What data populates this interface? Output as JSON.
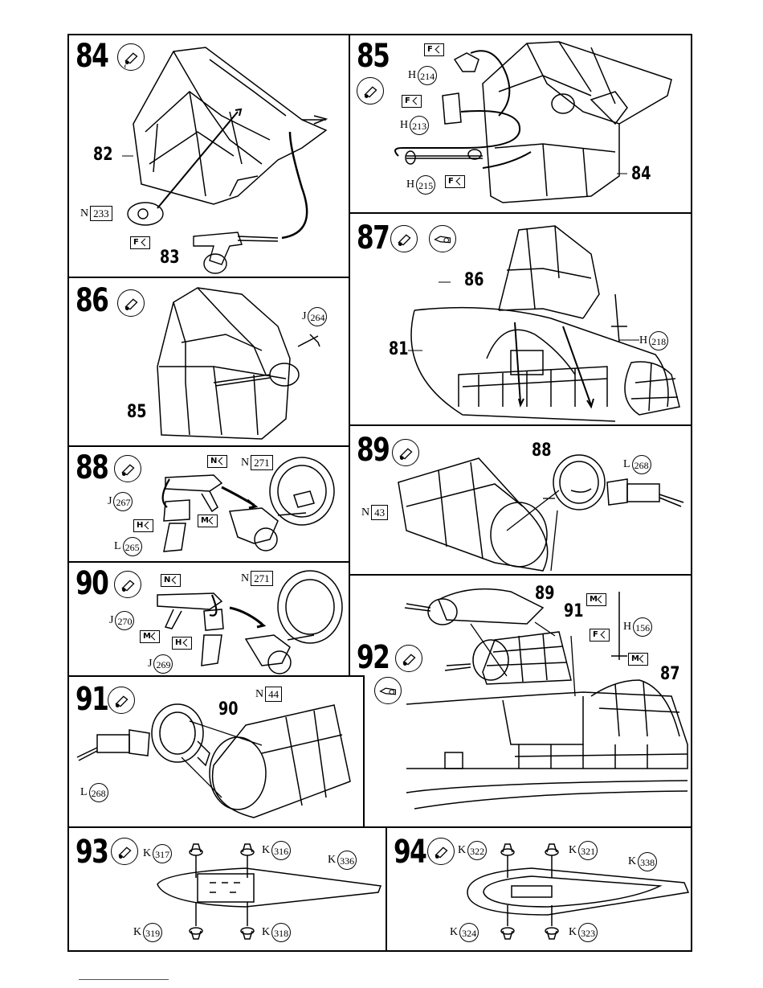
{
  "steps": {
    "s84": {
      "number": "84",
      "labels": {
        "a": "82",
        "b": "83"
      },
      "refs": {
        "part": "N",
        "part_num": "233",
        "flag": "F"
      }
    },
    "s85": {
      "number": "85",
      "labels": {
        "a": "84"
      },
      "refs": [
        {
          "letter": "H",
          "num": "214"
        },
        {
          "letter": "H",
          "num": "213"
        },
        {
          "letter": "H",
          "num": "215"
        }
      ],
      "flag": "F"
    },
    "s86": {
      "number": "86",
      "labels": {
        "a": "85"
      },
      "refs": {
        "letter": "J",
        "num": "264"
      }
    },
    "s87": {
      "number": "87",
      "labels": {
        "a": "86",
        "b": "81"
      },
      "refs": {
        "letter": "H",
        "num": "218"
      }
    },
    "s88": {
      "number": "88",
      "refs": [
        {
          "letter": "J",
          "num": "267"
        },
        {
          "letter": "L",
          "num": "265"
        },
        {
          "letter": "N",
          "num": "271"
        }
      ],
      "flags": [
        "N",
        "M",
        "H"
      ]
    },
    "s89": {
      "number": "89",
      "labels": {
        "a": "88"
      },
      "refs": [
        {
          "letter": "N",
          "num": "43"
        },
        {
          "letter": "L",
          "num": "268"
        }
      ]
    },
    "s90": {
      "number": "90",
      "refs": [
        {
          "letter": "J",
          "num": "270"
        },
        {
          "letter": "J",
          "num": "269"
        },
        {
          "letter": "N",
          "num": "271"
        }
      ],
      "flags": [
        "N",
        "M",
        "H"
      ]
    },
    "s91": {
      "number": "91",
      "labels": {
        "a": "90"
      },
      "refs": [
        {
          "letter": "N",
          "num": "44"
        },
        {
          "letter": "L",
          "num": "268"
        }
      ]
    },
    "s92": {
      "number": "92",
      "labels": {
        "a": "89",
        "b": "91",
        "c": "87"
      },
      "refs": {
        "letter": "H",
        "num": "156"
      },
      "flags": [
        "M",
        "F",
        "M"
      ]
    },
    "s93": {
      "number": "93",
      "refs": [
        {
          "letter": "K",
          "num": "317"
        },
        {
          "letter": "K",
          "num": "316"
        },
        {
          "letter": "K",
          "num": "336"
        },
        {
          "letter": "K",
          "num": "319"
        },
        {
          "letter": "K",
          "num": "318"
        }
      ]
    },
    "s94": {
      "number": "94",
      "refs": [
        {
          "letter": "K",
          "num": "322"
        },
        {
          "letter": "K",
          "num": "321"
        },
        {
          "letter": "K",
          "num": "338"
        },
        {
          "letter": "K",
          "num": "324"
        },
        {
          "letter": "K",
          "num": "323"
        }
      ]
    }
  },
  "icons": {
    "glue": "glue-tube-icon",
    "paint": "paint-icon"
  }
}
